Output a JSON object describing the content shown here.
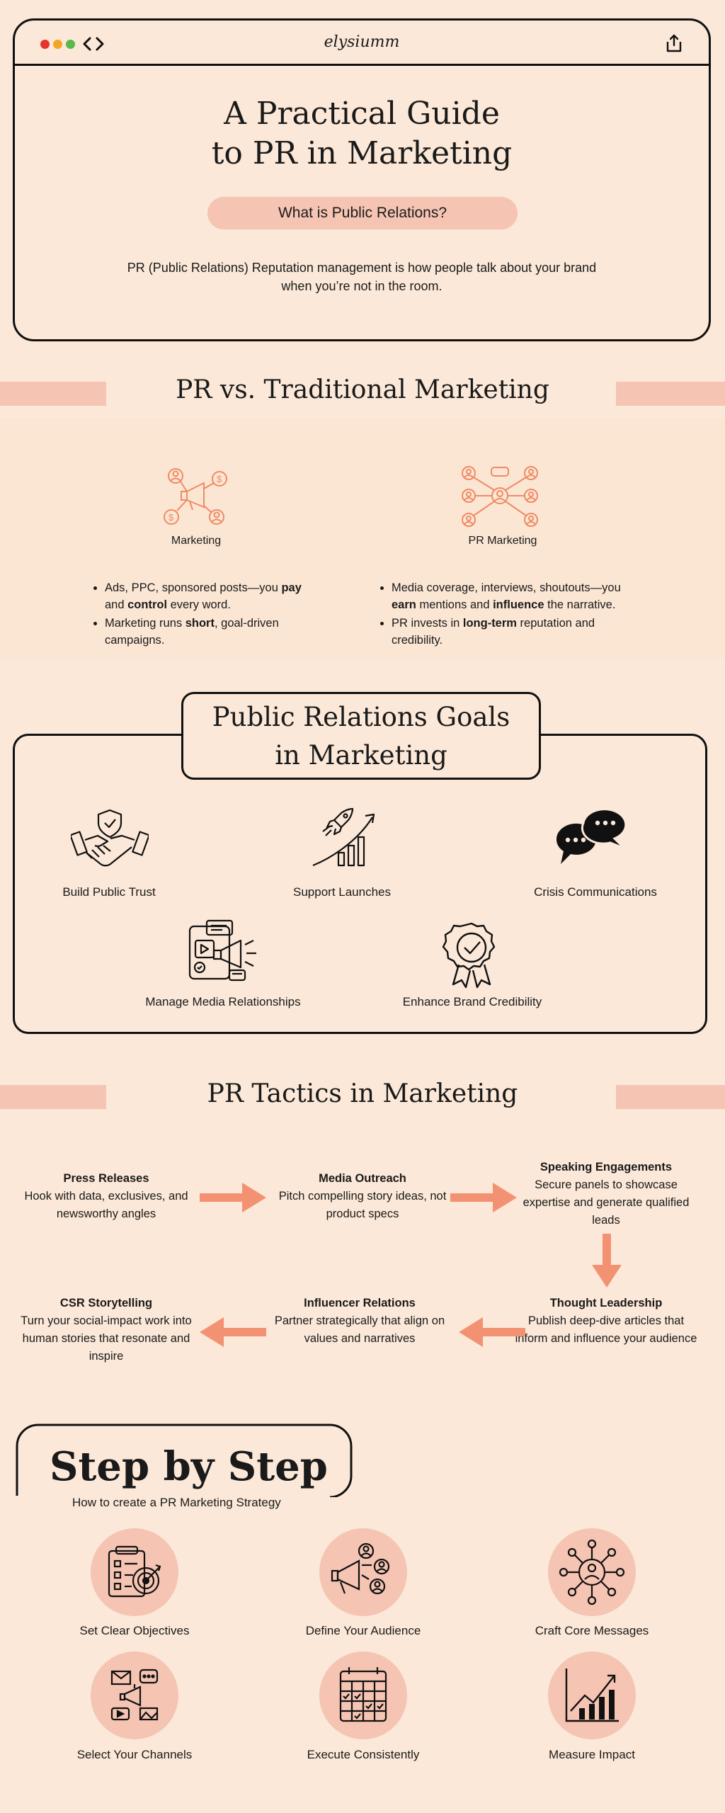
{
  "header": {
    "brand": "elysiumm",
    "title_line1": "A Practical Guide",
    "title_line2": "to PR in Marketing",
    "pill": "What is Public Relations?",
    "intro": "PR (Public Relations) Reputation management is how people talk about your brand when you’re not in the room."
  },
  "comparison": {
    "title": "PR vs. Traditional Marketing",
    "left": {
      "label": "Marketing",
      "items": [
        [
          "Ads, PPC, sponsored posts—you ",
          "pay",
          " and ",
          "control",
          " every word."
        ],
        [
          "Marketing runs ",
          "short",
          ", goal-driven campaigns."
        ]
      ]
    },
    "right": {
      "label": "PR Marketing",
      "items": [
        [
          "Media coverage, interviews, shoutouts—you ",
          "earn",
          " mentions  and ",
          "influence",
          " the narrative."
        ],
        [
          "PR invests in ",
          "long-term",
          " reputation and credibility."
        ]
      ]
    }
  },
  "goals": {
    "title_line1": "Public Relations Goals",
    "title_line2": "in Marketing",
    "items": [
      "Build Public Trust",
      "Support Launches",
      "Crisis Communications",
      "Manage Media Relationships",
      "Enhance Brand Credibility"
    ]
  },
  "tactics": {
    "title": "PR Tactics in Marketing",
    "items": [
      {
        "title": "Press Releases",
        "desc": "Hook with data, exclusives, and newsworthy angles"
      },
      {
        "title": "Media Outreach",
        "desc": "Pitch compelling story ideas, not product specs"
      },
      {
        "title": "Speaking Engagements",
        "desc": "Secure panels to showcase expertise and generate qualified leads"
      },
      {
        "title": "Thought Leadership",
        "desc": "Publish deep-dive articles that inform and influence your audience"
      },
      {
        "title": "Influencer Relations",
        "desc": "Partner strategically that align on values and narratives"
      },
      {
        "title": "CSR Storytelling",
        "desc": "Turn your social-impact work into human stories that resonate and inspire"
      }
    ]
  },
  "steps": {
    "title": "Step by Step",
    "subtitle": "How to create a PR Marketing Strategy",
    "items": [
      "Set Clear Objectives",
      "Define Your Audience",
      "Craft Core Messages",
      "Select Your Channels",
      "Execute Consistently",
      "Measure Impact"
    ]
  },
  "colors": {
    "background": "#fbe8d8",
    "accent_pink": "#f5c4b3",
    "arrow": "#f39273",
    "icon_orange": "#f08a64",
    "ink": "#111111"
  }
}
